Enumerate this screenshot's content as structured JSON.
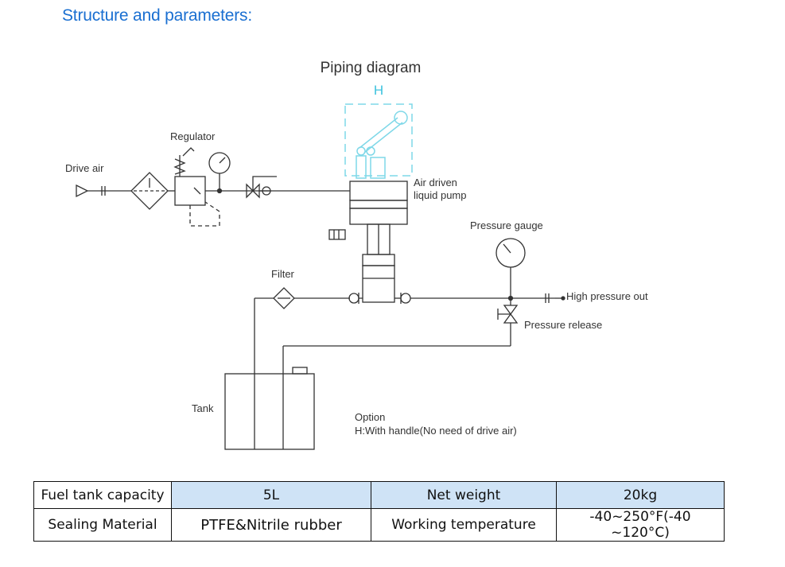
{
  "heading": "Structure and parameters:",
  "diagram": {
    "title": "Piping diagram",
    "option_letter": "H",
    "labels": {
      "drive_air": "Drive air",
      "regulator": "Regulator",
      "pump_line1": "Air driven",
      "pump_line2": "liquid pump",
      "pressure_gauge": "Pressure gauge",
      "filter": "Filter",
      "high_pressure_out": "High pressure out",
      "pressure_release": "Pressure release",
      "tank": "Tank",
      "option_title": "Option",
      "option_detail": "H:With handle(No need of drive air)"
    },
    "colors": {
      "handle": "#7fd8e8",
      "line": "#333333"
    }
  },
  "table": {
    "rows": [
      [
        {
          "text": "Fuel tank capacity",
          "highlight": false
        },
        {
          "text": "5L",
          "highlight": true
        },
        {
          "text": "Net weight",
          "highlight": true
        },
        {
          "text": "20kg",
          "highlight": true
        }
      ],
      [
        {
          "text": "Sealing Material",
          "highlight": false
        },
        {
          "text": "PTFE&Nitrile rubber",
          "highlight": false
        },
        {
          "text": "Working temperature",
          "highlight": false
        },
        {
          "text": "-40~250°F(-40 ~120°C)",
          "highlight": false
        }
      ]
    ],
    "highlight_color": "#cfe3f6"
  }
}
